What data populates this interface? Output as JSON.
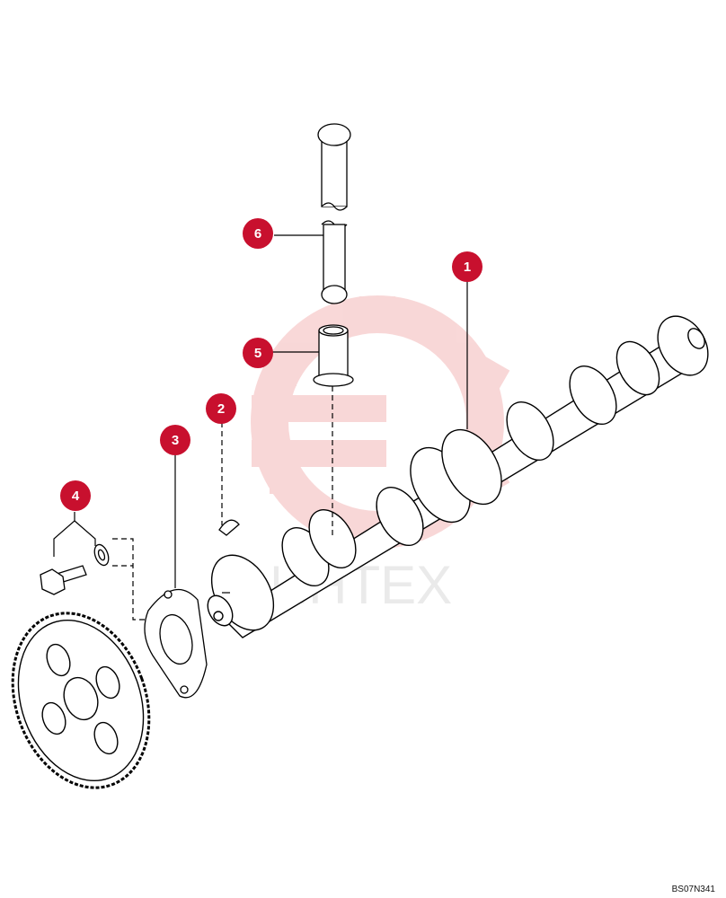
{
  "figure": {
    "code": "BS07N341",
    "watermark_text": "ИНТЕХ"
  },
  "callouts": [
    {
      "label": "1"
    },
    {
      "label": "2"
    },
    {
      "label": "3"
    },
    {
      "label": "4"
    },
    {
      "label": "5"
    },
    {
      "label": "6"
    }
  ],
  "colors": {
    "callout": "#c8102e",
    "line": "#000000",
    "watermark": "#f2c4c4"
  }
}
